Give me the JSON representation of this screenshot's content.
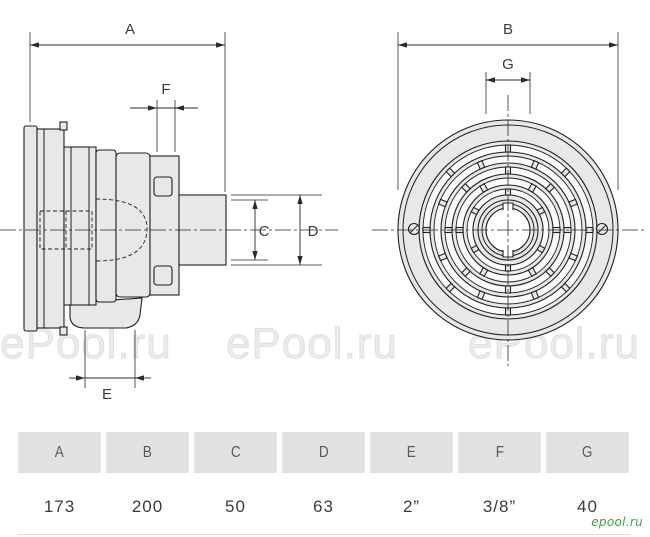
{
  "drawing": {
    "side_view": {
      "dimension_labels": {
        "A": "A",
        "F": "F",
        "C": "C",
        "D": "D",
        "E": "E"
      }
    },
    "front_view": {
      "dimension_labels": {
        "B": "B",
        "G": "G"
      }
    }
  },
  "watermark": {
    "texts": [
      "ePool.ru",
      "ePool.ru",
      "ePool.ru"
    ],
    "color": "#ebebeb"
  },
  "table": {
    "headers": [
      "A",
      "B",
      "C",
      "D",
      "E",
      "F",
      "G"
    ],
    "values": [
      "173",
      "200",
      "50",
      "63",
      "2”",
      "3/8”",
      "40"
    ],
    "header_bg": "#e2e2e2"
  },
  "logo": {
    "text": "epool.ru",
    "color": "#43a047"
  }
}
